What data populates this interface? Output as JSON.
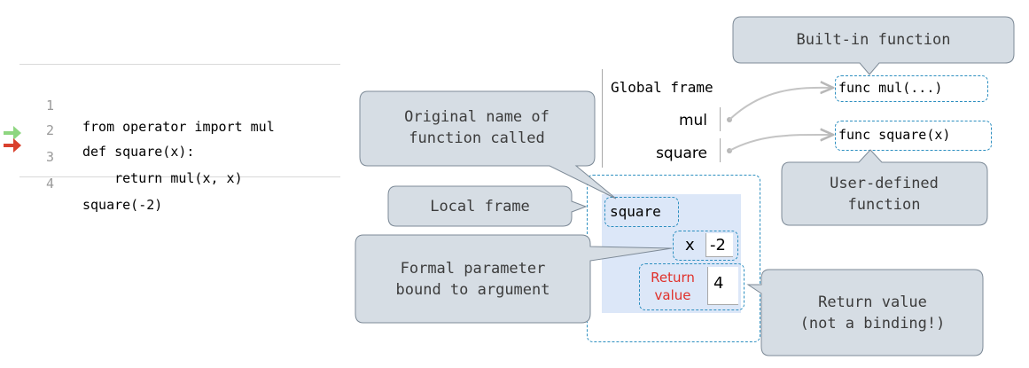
{
  "code": {
    "lines": [
      {
        "num": "1",
        "text": "from operator import mul"
      },
      {
        "num": "2",
        "text": "def square(x):"
      },
      {
        "num": "3",
        "text": "    return mul(x, x)"
      },
      {
        "num": "4",
        "text": "square(-2)"
      }
    ],
    "prev_arrow_color": "#8ed680",
    "next_arrow_color": "#d9412e"
  },
  "global_frame": {
    "title": "Global frame",
    "vars": [
      {
        "name": "mul",
        "target": "func mul(...)"
      },
      {
        "name": "square",
        "target": "func square(x)"
      }
    ]
  },
  "local_frame": {
    "title": "square",
    "binding": {
      "name": "x",
      "value": "-2"
    },
    "return": {
      "label_line1": "Return",
      "label_line2": "value",
      "value": "4"
    }
  },
  "callouts": {
    "builtin": "Built-in function",
    "original_line1": "Original name of",
    "original_line2": "function called",
    "user_line1": "User-defined",
    "user_line2": "function",
    "local": "Local frame",
    "formal_line1": "Formal parameter",
    "formal_line2": "bound to argument",
    "return_line1": "Return value",
    "return_line2": "(not a binding!)"
  },
  "colors": {
    "callout_fill": "#d6dde4",
    "callout_border": "#7d8a97",
    "dashed_outline": "#2d8fc0",
    "frame_fill": "#dce7f8",
    "return_label": "#e0302a"
  }
}
